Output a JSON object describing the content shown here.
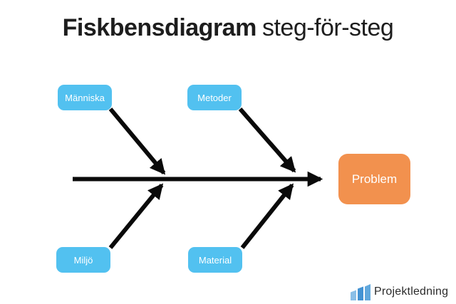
{
  "title": {
    "bold": "Fiskbensdiagram",
    "regular": "steg-för-steg"
  },
  "diagram": {
    "causes": [
      {
        "id": "manniska",
        "label": "Människa",
        "position": "top-left"
      },
      {
        "id": "metoder",
        "label": "Metoder",
        "position": "top-right"
      },
      {
        "id": "miljo",
        "label": "Miljö",
        "position": "bottom-left"
      },
      {
        "id": "material",
        "label": "Material",
        "position": "bottom-right"
      }
    ],
    "problem": {
      "label": "Problem"
    },
    "spine_direction": "left-to-right"
  },
  "footer": {
    "brand": "Projektledning",
    "icon": "growth-bars-icon"
  },
  "colors": {
    "cause_box": "#52c1f0",
    "problem_box": "#f2914e",
    "arrow": "#0a0a0a",
    "title_text": "#1d1d1d",
    "logo_text": "#2b2b2b",
    "logo_bar_light": "#8abfe7",
    "logo_bar_medium": "#4493d3",
    "logo_bar_dark": "#61a8dd"
  }
}
